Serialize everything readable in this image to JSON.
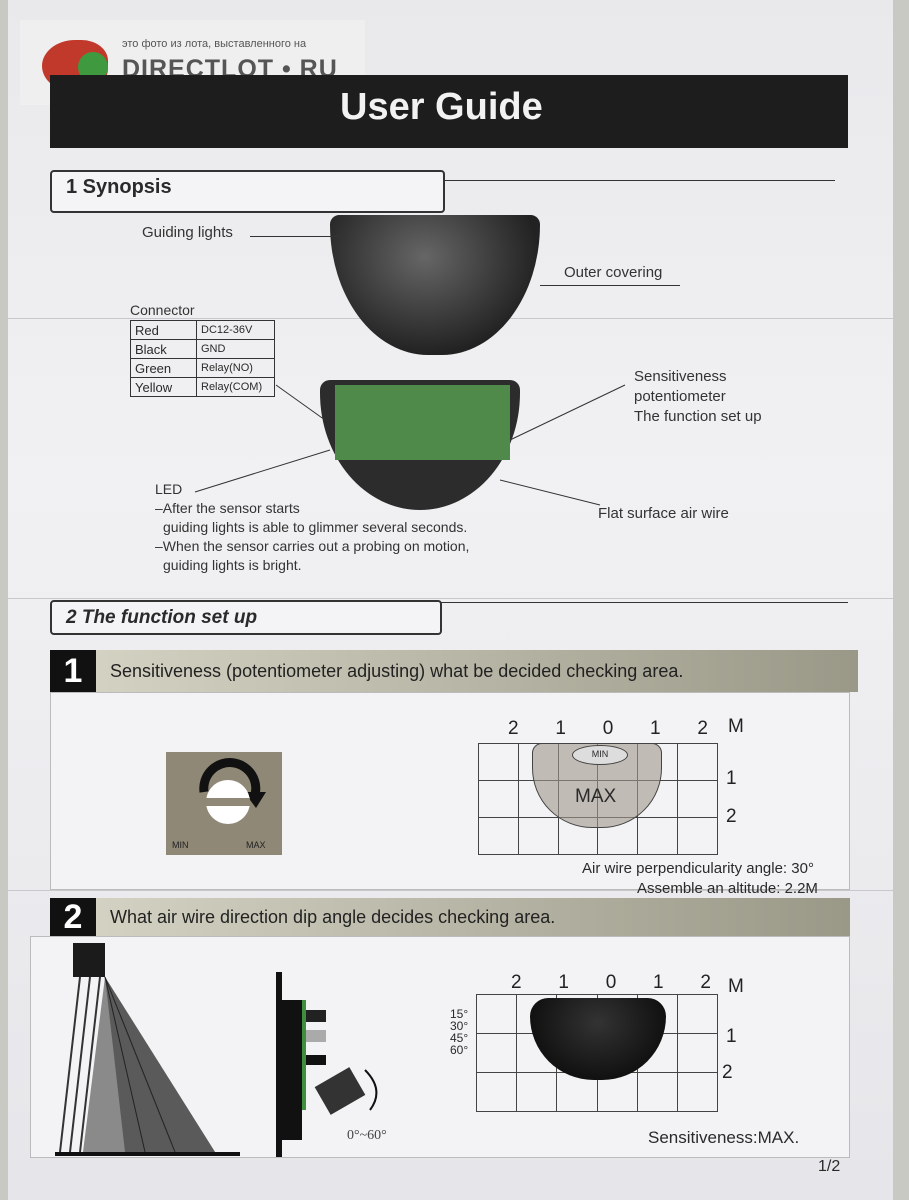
{
  "watermark": {
    "caption": "это фото из лота, выставленного на",
    "logo": "DIRECTLOT • RU"
  },
  "title": "User Guide",
  "synopsis": {
    "heading": "1  Synopsis",
    "guiding_lights": "Guiding lights",
    "outer_covering": "Outer covering",
    "connector_label": "Connector",
    "connector": [
      {
        "wire": "Red",
        "function": "DC12-36V"
      },
      {
        "wire": "Black",
        "function": "GND"
      },
      {
        "wire": "Green",
        "function": "Relay(NO)"
      },
      {
        "wire": "Yellow",
        "function": "Relay(COM)"
      }
    ],
    "potentiometer": [
      "Sensitiveness",
      "potentiometer",
      "The function set up"
    ],
    "led": [
      "LED",
      "–After the sensor starts",
      "guiding lights is able to glimmer several seconds.",
      "–When the sensor carries out a probing on motion,",
      "guiding lights is bright."
    ],
    "air_wire": "Flat surface air wire"
  },
  "function": {
    "heading": "2  The function set up",
    "step1": {
      "num": "1",
      "text": "Sensitiveness (potentiometer adjusting) what be decided checking area.",
      "pot_min": "MIN",
      "pot_max": "MAX",
      "cols": [
        "2",
        "1",
        "0",
        "1",
        "2"
      ],
      "unit": "M",
      "rows": [
        "1",
        "2"
      ],
      "zone_min": "MIN",
      "zone_max": "MAX",
      "note1": "Air wire perpendicularity angle: 30°",
      "note2": "Assemble an altitude: 2.2M"
    },
    "step2": {
      "num": "2",
      "text": "What air wire direction dip angle decides checking area.",
      "range": "0°~60°",
      "angles": [
        "15°",
        "30°",
        "45°",
        "60°"
      ],
      "cols": [
        "2",
        "1",
        "0",
        "1",
        "2"
      ],
      "unit": "M",
      "rows": [
        "1",
        "2"
      ],
      "note": "Sensitiveness:MAX."
    }
  },
  "page": "1/2"
}
